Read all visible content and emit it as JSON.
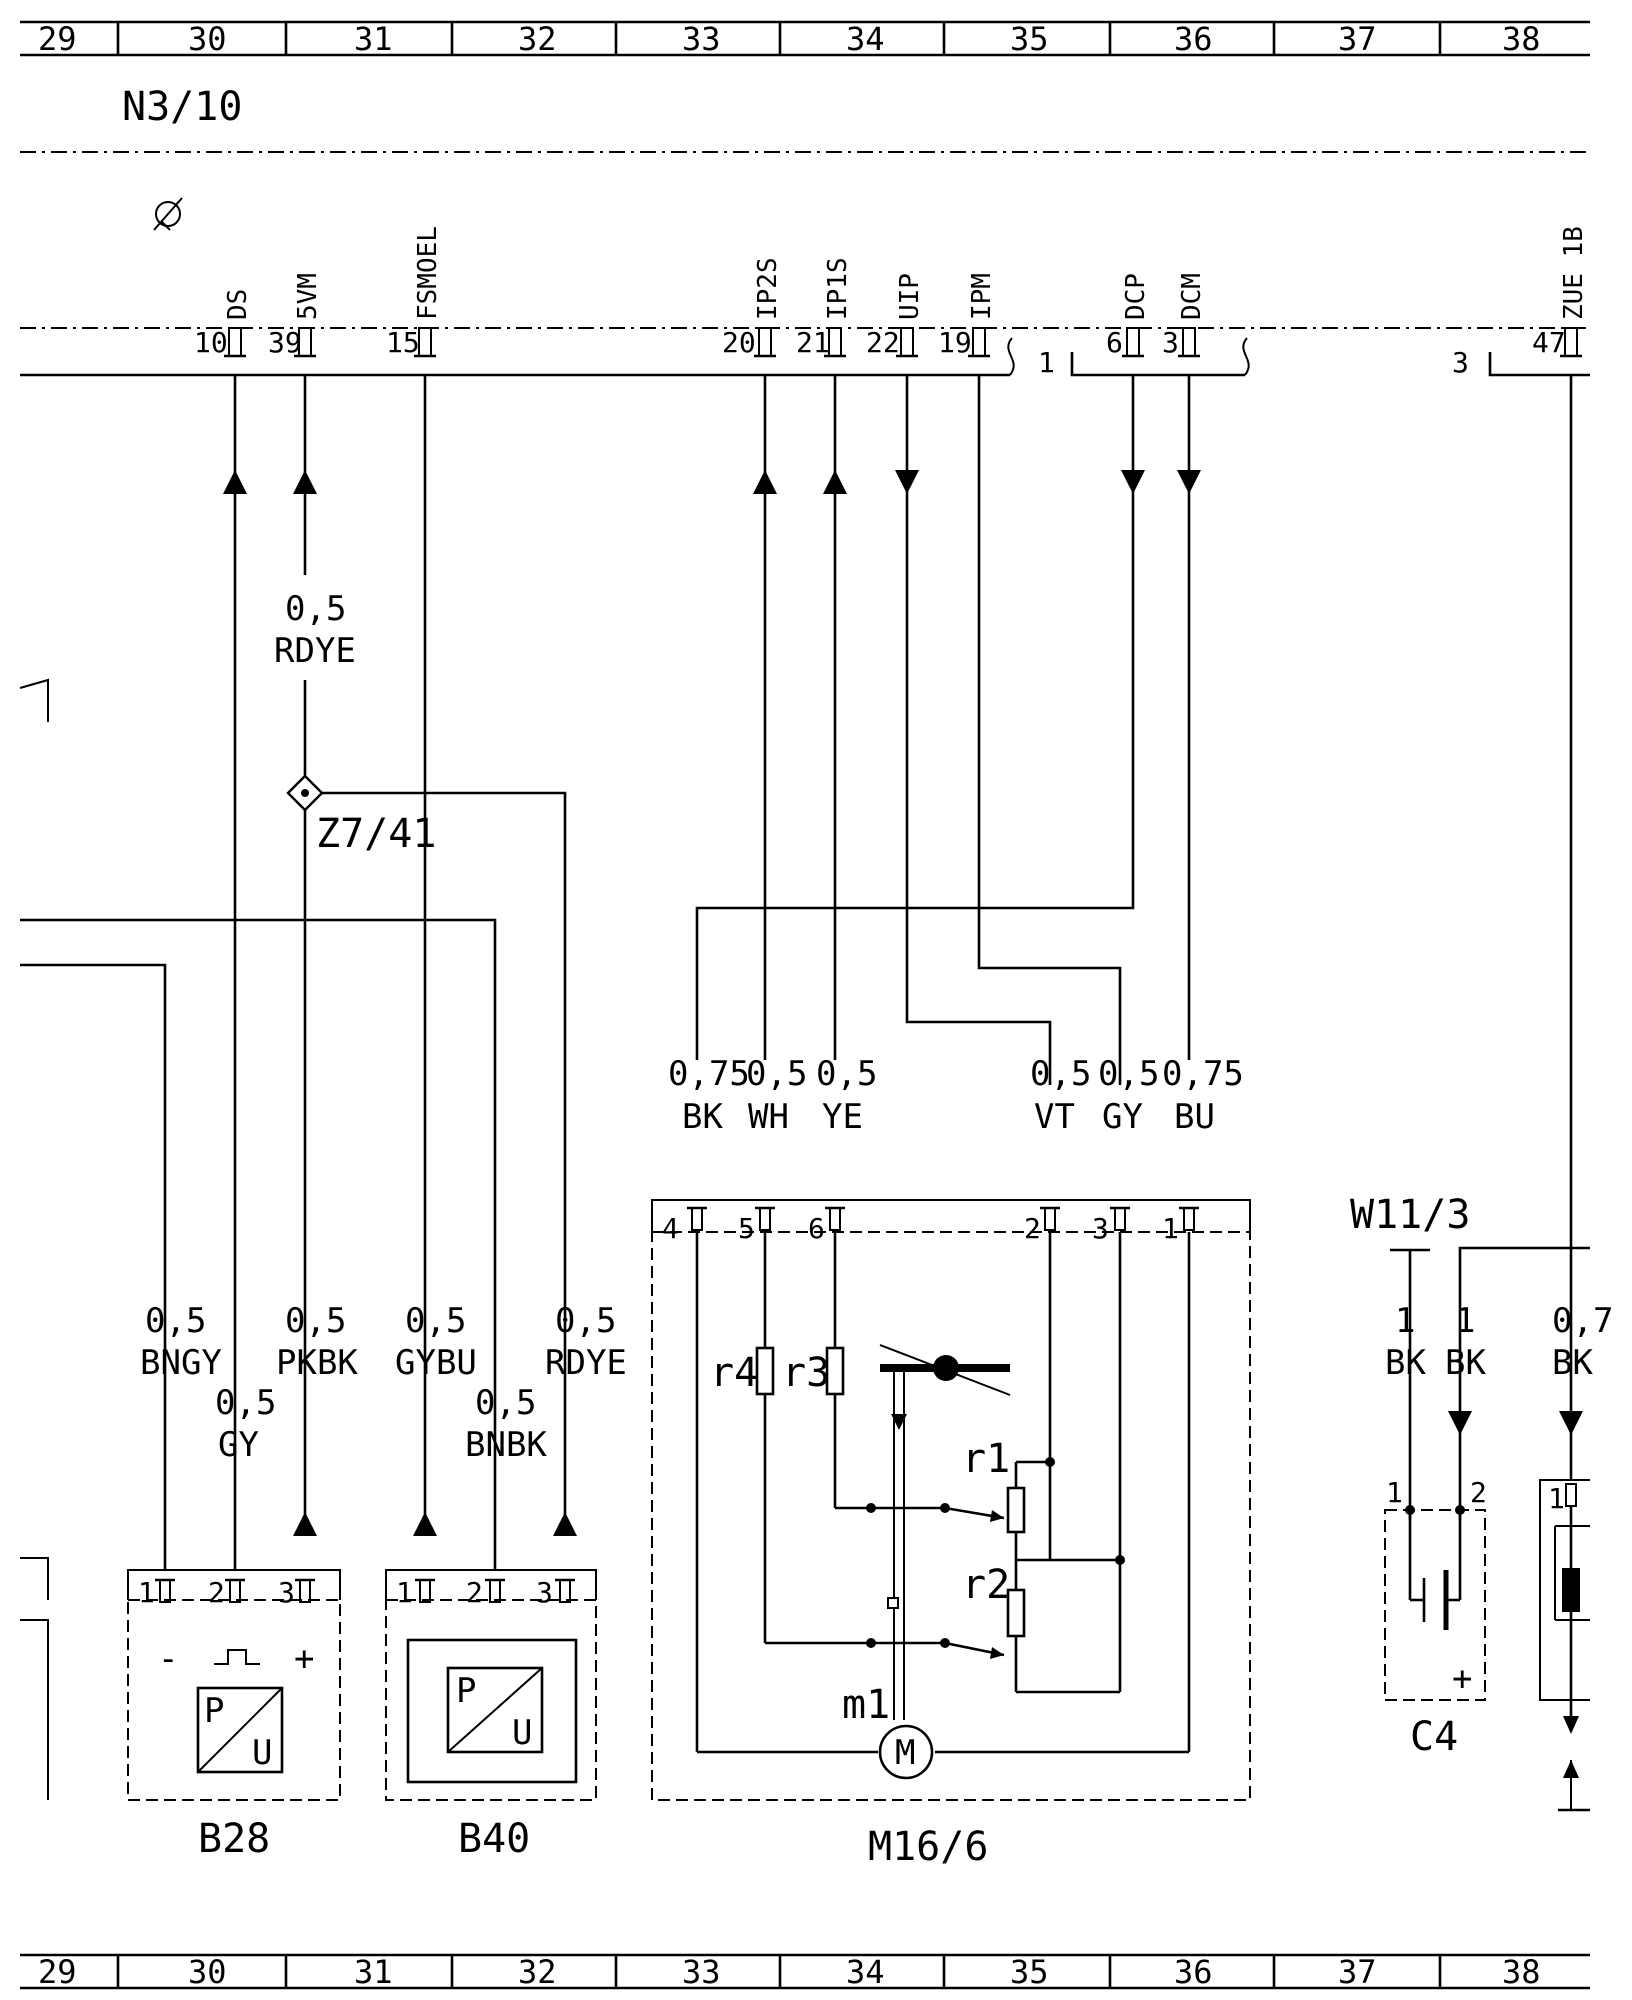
{
  "grid": {
    "top": [
      "29",
      "30",
      "31",
      "32",
      "33",
      "34",
      "35",
      "36",
      "37",
      "38"
    ],
    "bottom": [
      "29",
      "30",
      "31",
      "32",
      "33",
      "34",
      "35",
      "36",
      "37",
      "38"
    ]
  },
  "control_unit": {
    "name": "N3/10"
  },
  "pins": [
    {
      "num": "10",
      "sig": "DS"
    },
    {
      "num": "39",
      "sig": "5VM"
    },
    {
      "num": "15",
      "sig": "FSMOEL"
    },
    {
      "num": "20",
      "sig": "IP2S"
    },
    {
      "num": "21",
      "sig": "IP1S"
    },
    {
      "num": "22",
      "sig": "UIP"
    },
    {
      "num": "19",
      "sig": "IPM"
    },
    {
      "num": "6",
      "sig": "DCP"
    },
    {
      "num": "3",
      "sig": "DCM"
    },
    {
      "num": "47",
      "sig": "ZUE 1B"
    }
  ],
  "connector_labels": {
    "c1": "1",
    "c3": "3"
  },
  "splice": {
    "name": "Z7/41"
  },
  "wires": {
    "w5vm_size": "0,5",
    "w5vm_color": "RDYE",
    "m16": [
      {
        "size": "0,75",
        "color": "BK"
      },
      {
        "size": "0,5",
        "color": "WH"
      },
      {
        "size": "0,5",
        "color": "YE"
      },
      {
        "size": "0,5",
        "color": "VT"
      },
      {
        "size": "0,5",
        "color": "GY"
      },
      {
        "size": "0,75",
        "color": "BU"
      }
    ],
    "b28": [
      {
        "size": "0,5",
        "color": "BNGY"
      },
      {
        "size": "0,5",
        "color": "GY"
      },
      {
        "size": "0,5",
        "color": "PKBK"
      }
    ],
    "b40": [
      {
        "size": "0,5",
        "color": "GYBU"
      },
      {
        "size": "0,5",
        "color": "BNBK"
      },
      {
        "size": "0,5",
        "color": "RDYE"
      }
    ],
    "w11": [
      {
        "size": "1",
        "color": "BK"
      },
      {
        "size": "1",
        "color": "BK"
      },
      {
        "size": "0,7",
        "color": "BK"
      }
    ]
  },
  "components": {
    "b28": {
      "name": "B28",
      "pins": [
        "1",
        "2",
        "3"
      ],
      "minus": "-",
      "plus": "+",
      "pu_p": "P",
      "pu_u": "U"
    },
    "b40": {
      "name": "B40",
      "pins": [
        "1",
        "2",
        "3"
      ],
      "pu_p": "P",
      "pu_u": "U"
    },
    "m16": {
      "name": "M16/6",
      "pins": [
        "4",
        "5",
        "6",
        "2",
        "3",
        "1"
      ],
      "r1": "r1",
      "r2": "r2",
      "r3": "r3",
      "r4": "r4",
      "m1": "m1",
      "motor": "M"
    },
    "c4": {
      "name": "C4",
      "pins": [
        "1",
        "2"
      ],
      "plus": "+"
    },
    "w11": {
      "name": "W11/3"
    },
    "right_comp": {
      "pin": "1"
    }
  }
}
